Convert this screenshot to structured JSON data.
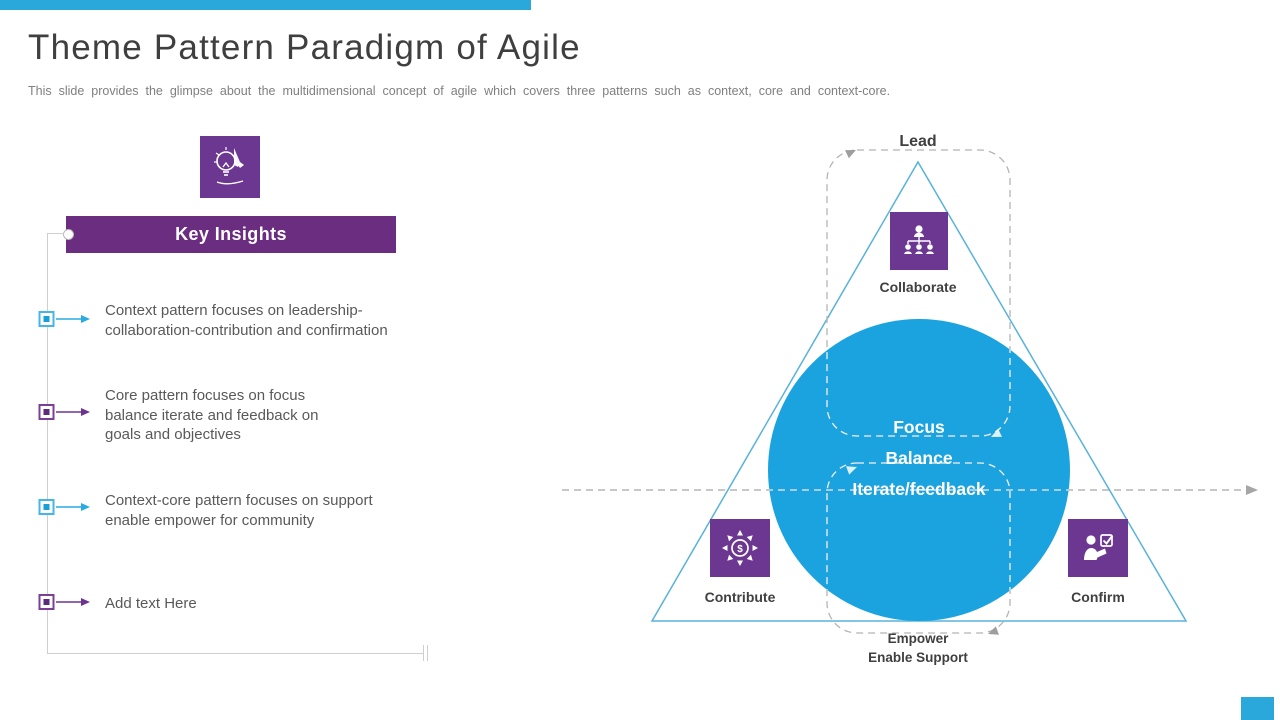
{
  "slide": {
    "title": "Theme Pattern Paradigm of Agile",
    "subtitle": "This slide provides the glimpse about the multidimensional concept of agile which covers three patterns such as context, core and context-core."
  },
  "key_insights": {
    "heading": "Key Insights",
    "items": [
      {
        "text": "Context pattern focuses on leadership-\ncollaboration-contribution and confirmation",
        "accent": "teal"
      },
      {
        "text": "Core pattern focuses on focus\nbalance iterate and feedback on\ngoals and objectives",
        "accent": "purple"
      },
      {
        "text": "Context-core pattern focuses on support\nenable empower for community",
        "accent": "teal"
      },
      {
        "text": "Add text Here",
        "accent": "purple"
      }
    ]
  },
  "diagram": {
    "apex_label": "Lead",
    "center_circle": {
      "line1": "Focus",
      "line2": "Balance",
      "line3": "Iterate/feedback"
    },
    "nodes": [
      {
        "label": "Collaborate",
        "icon": "team-hierarchy-icon"
      },
      {
        "label": "Contribute",
        "icon": "dollar-share-icon"
      },
      {
        "label": "Confirm",
        "icon": "person-check-icon"
      }
    ],
    "bottom_label": "Empower\nEnable Support"
  },
  "colors": {
    "accent_blue": "#29ABE2",
    "accent_purple": "#6A2D80",
    "box_purple": "#6B3790",
    "circle_blue": "#1AA3DF",
    "text_dark": "#404040",
    "text_gray": "#7F7F7F",
    "text_body": "#595959"
  }
}
